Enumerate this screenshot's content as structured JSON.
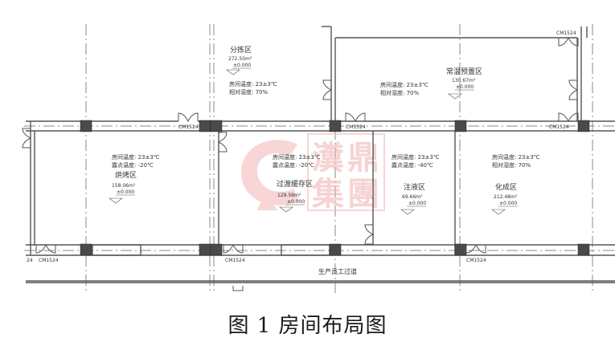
{
  "figure": {
    "caption": "图 1 房间布局图"
  },
  "rooms": [
    {
      "id": "fenjian",
      "name": "分拣区",
      "area": "272.50m²",
      "elevation": "±0.000",
      "line1": "房间温度: 23±3℃",
      "line2": "相对湿度: 70%"
    },
    {
      "id": "changwen",
      "name": "常温预置区",
      "area": "130.67m²",
      "elevation": "±0.000",
      "line1": "房间温度: 23±3℃",
      "line2": "相对湿度: 70%"
    },
    {
      "id": "honghe",
      "name": "烘烤区",
      "area": "158.06m²",
      "elevation": "±0.000",
      "line1": "房间温度: 23±3℃",
      "line2": "露点温度: -20℃"
    },
    {
      "id": "guodu",
      "name": "过渡缓存区",
      "area": "129.58m²",
      "elevation": "±0.000",
      "line1": "房间温度: 23±3℃",
      "line2": "露点温度: -20℃"
    },
    {
      "id": "zhuye",
      "name": "注液区",
      "area": "69.66m²",
      "elevation": "±0.000",
      "line1": "房间温度: 23±3℃",
      "line2": "露点温度: -40℃"
    },
    {
      "id": "huacheng",
      "name": "化成区",
      "area": "212.48m²",
      "elevation": "±0.000",
      "line1": "房间温度: 23±3℃",
      "line2": "相对湿度: 70%"
    }
  ],
  "corridor": {
    "label": "生产员工过道"
  },
  "door_label": "CM1524",
  "door_label_partial": "24",
  "watermark": {
    "chars": [
      "瀵",
      "鼎",
      "集",
      "團"
    ],
    "color": "#e8a0a0"
  },
  "colors": {
    "wall": "#555555",
    "column": "#4a4a4a",
    "axis": "#888888"
  }
}
